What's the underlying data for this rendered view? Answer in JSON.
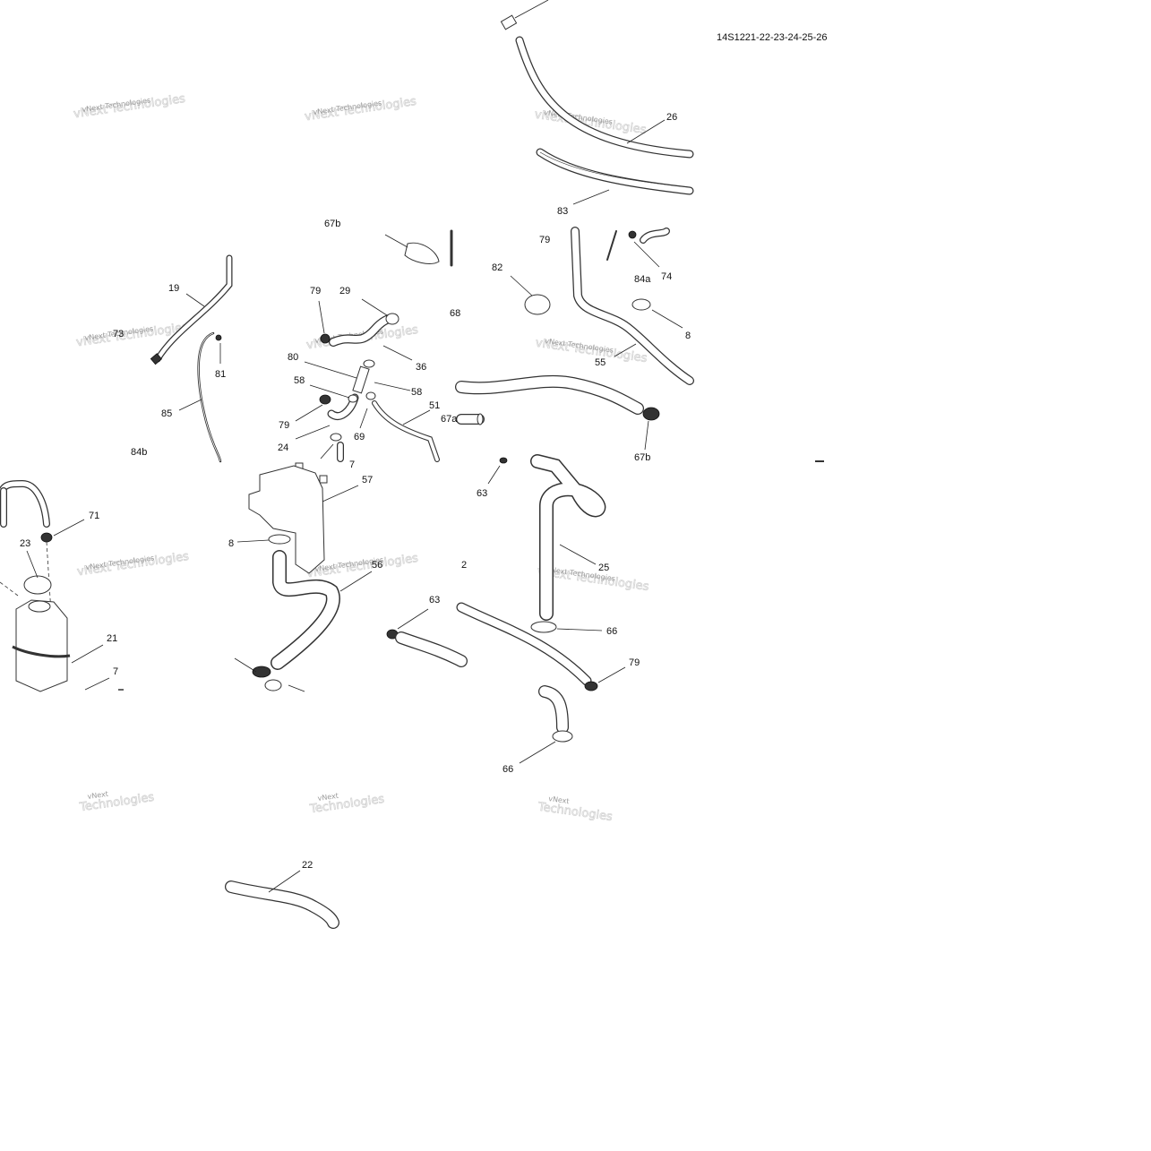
{
  "diagram_code": "14S1221-22-23-24-25-26",
  "watermark_line1": "vNext",
  "watermark_line2": "Technologies",
  "watermark_full": "vNext Technologies",
  "labels": {
    "p26": "26",
    "p83": "83",
    "p67b_top": "67b",
    "p79_a": "79",
    "p29": "29",
    "p68": "68",
    "p79_b": "79",
    "p82": "82",
    "p84a": "84a",
    "p74": "74",
    "p8x": "8",
    "p55": "55",
    "p19": "19",
    "p73": "73",
    "p81": "81",
    "p85": "85",
    "p84b": "84b",
    "p80": "80",
    "p36": "36",
    "p58_a": "58",
    "p58_b": "58",
    "p79_c": "79",
    "p24": "24",
    "p69": "69",
    "p51": "51",
    "p67a": "67a",
    "p67b_b": "67b",
    "p7_a": "7",
    "p57": "57",
    "p63_a": "63",
    "p71": "71",
    "p23": "23",
    "p21": "21",
    "p7_b": "7",
    "p56": "56",
    "p63_b": "63",
    "p25": "25",
    "p66_a": "66",
    "p79_d": "79",
    "p66_b": "66",
    "p22": "22",
    "p2x": "2",
    "p8y": "8"
  },
  "colors": {
    "line": "#333333",
    "text": "#111111",
    "watermark": "#9a9a9a"
  }
}
